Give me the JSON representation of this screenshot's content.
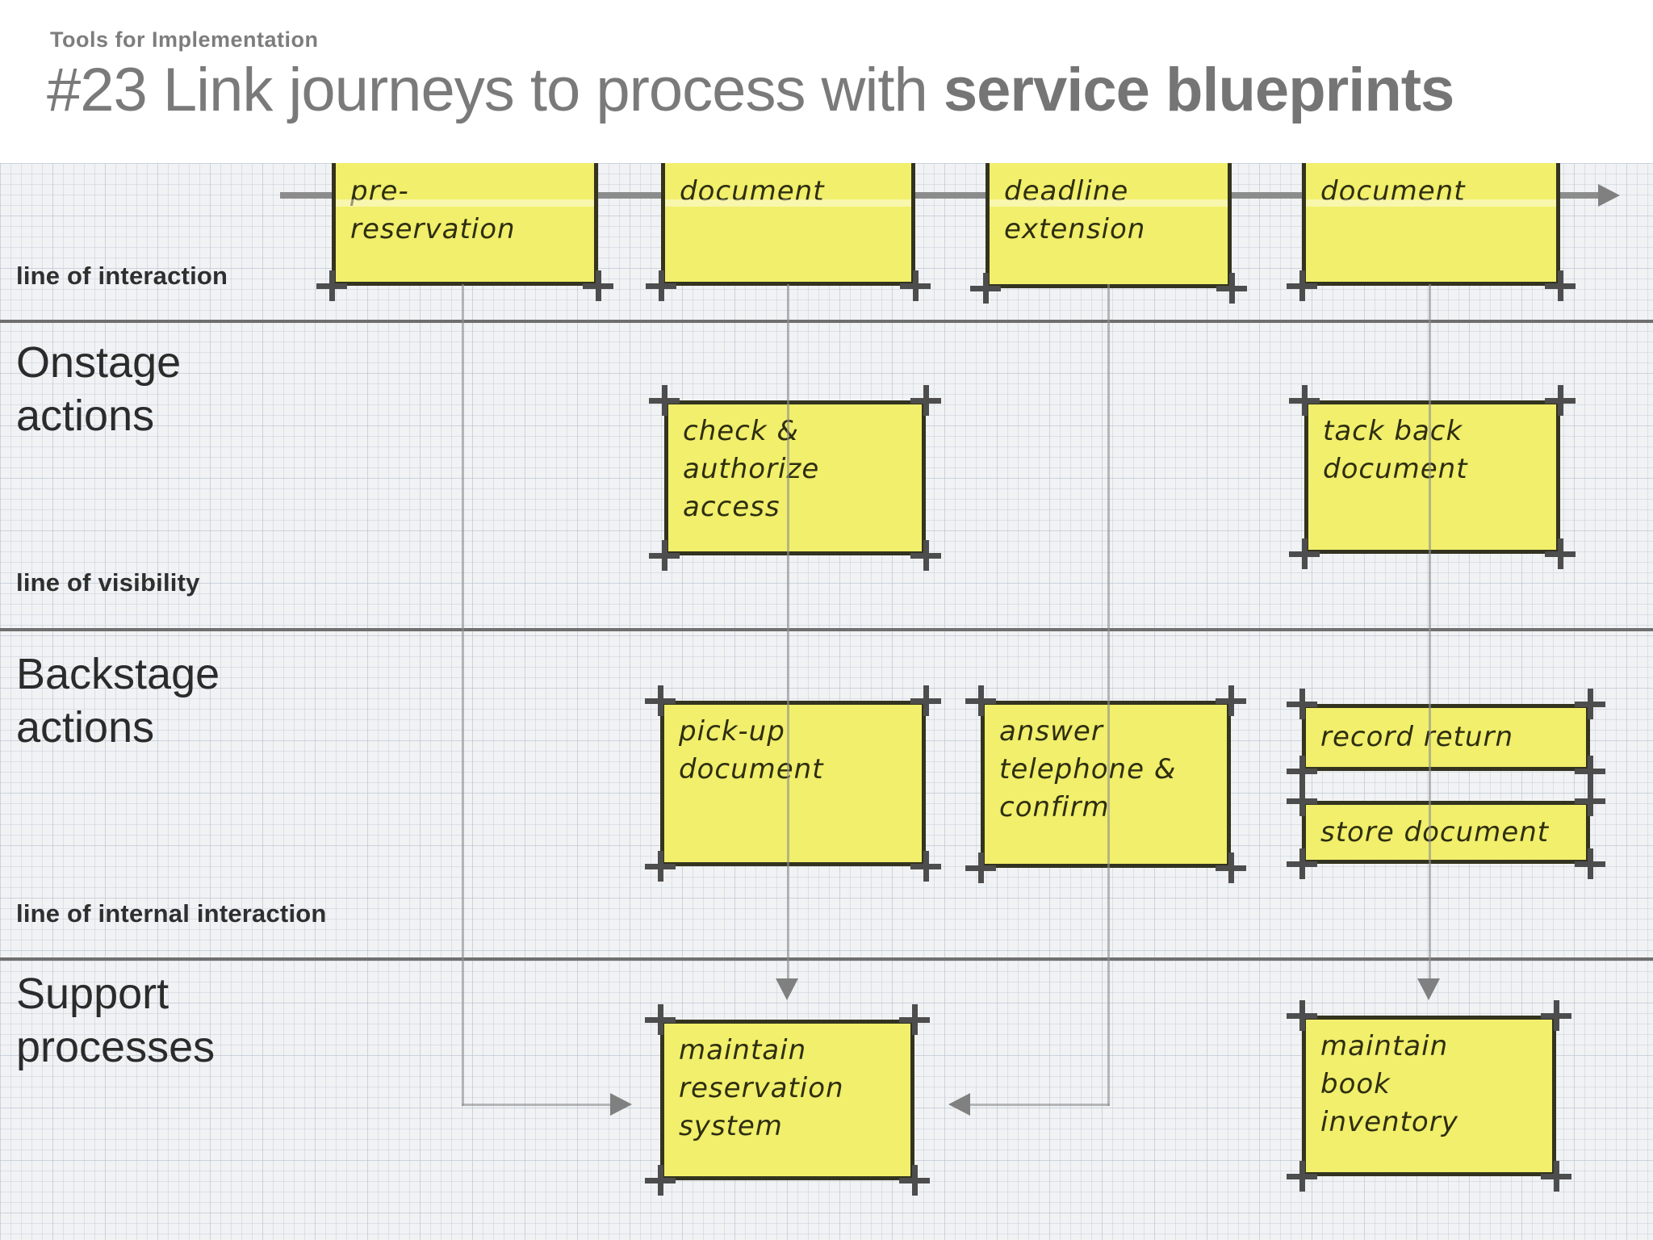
{
  "header": {
    "eyebrow": "Tools for Implementation",
    "title_prefix": "#23 Link journeys to process with ",
    "title_bold": "service blueprints"
  },
  "lanes": {
    "interaction": "line of interaction",
    "onstage": "Onstage\nactions",
    "visibility": "line of visibility",
    "backstage": "Backstage\nactions",
    "internal": "line of internal interaction",
    "support": "Support\nprocesses"
  },
  "stickies": {
    "a1": "online\npre-\nreservation",
    "a2": "borrow\ndocument",
    "a3": "ask for\ndeadline\nextension",
    "a4": "return\ndocument",
    "b1": "check &\nauthorize\naccess",
    "b2": "tack back\ndocument",
    "d1": "pick-up\ndocument",
    "d2": "answer\ntelephone &\nconfirm",
    "d3": "record return",
    "d4": "store document",
    "m1": "maintain\nreservation\nsystem",
    "m2": "maintain\nbook\ninventory"
  },
  "colors": {
    "sticky_fill": "#f1ef6b",
    "sticky_border": "#33331f",
    "lane_line": "#6f6f6f",
    "flow_line": "#8c8c8c",
    "title_gray": "#7a7a7a",
    "grid_bg": "#f0f2f4"
  }
}
